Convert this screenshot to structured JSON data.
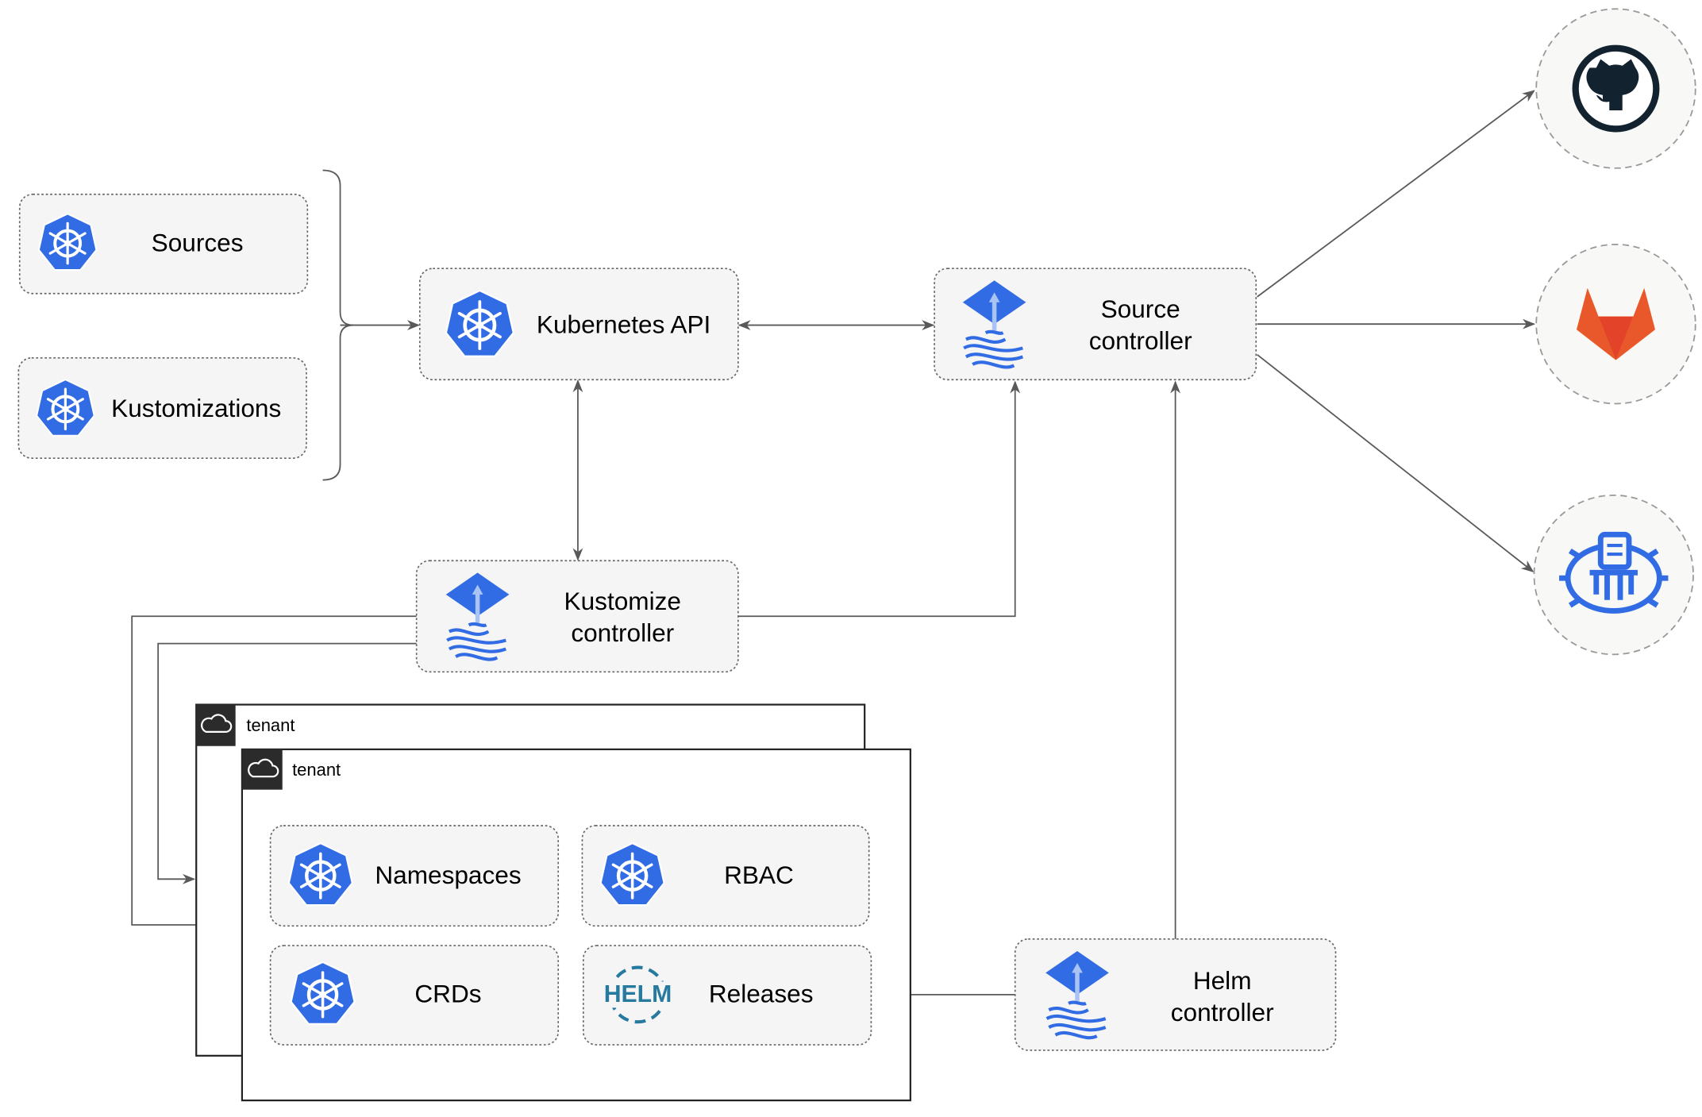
{
  "colors": {
    "kubernetes_blue": "#326ce5",
    "edge": "#595959",
    "box_fill": "#f5f5f5",
    "gitlab_orange": "#e9582a",
    "github_dark": "#13222f"
  },
  "inputs": {
    "sources": {
      "label": "Sources",
      "icon": "kubernetes-icon"
    },
    "kustomizations": {
      "label": "Kustomizations",
      "icon": "kubernetes-icon"
    }
  },
  "kubernetes_api": {
    "label": "Kubernetes API",
    "icon": "kubernetes-icon"
  },
  "source_controller": {
    "line1": "Source",
    "line2": "controller",
    "icon": "flux-icon"
  },
  "kustomize_controller": {
    "line1": "Kustomize",
    "line2": "controller",
    "icon": "flux-icon"
  },
  "helm_controller": {
    "line1": "Helm",
    "line2": "controller",
    "icon": "flux-icon"
  },
  "tenants": [
    {
      "label": "tenant",
      "icon": "cloud-icon"
    },
    {
      "label": "tenant",
      "icon": "cloud-icon"
    }
  ],
  "tenant_resources": {
    "namespaces": {
      "label": "Namespaces",
      "icon": "kubernetes-icon"
    },
    "rbac": {
      "label": "RBAC",
      "icon": "kubernetes-icon"
    },
    "crds": {
      "label": "CRDs",
      "icon": "kubernetes-icon"
    },
    "releases": {
      "label": "Releases",
      "icon": "helm-icon",
      "logo_text": "HELM"
    }
  },
  "external_sources": [
    {
      "icon": "github-icon"
    },
    {
      "icon": "gitlab-icon"
    },
    {
      "icon": "bucket-icon"
    }
  ]
}
